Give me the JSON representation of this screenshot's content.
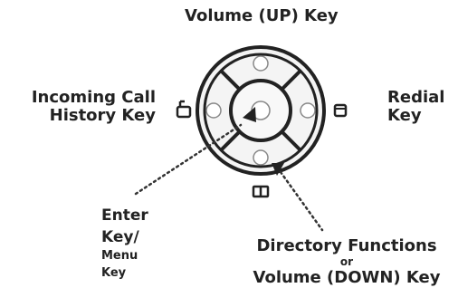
{
  "labels": {
    "volume_up": "Volume (UP) Key",
    "incoming_call_line1": "Incoming Call",
    "incoming_call_line2": "History Key",
    "redial_line1": "Redial",
    "redial_line2": "Key",
    "enter_line1": "Enter",
    "enter_line2": "Key/",
    "enter_line3": "Menu",
    "enter_line4": "Key",
    "directory_line1": "Directory Functions",
    "directory_or": "or",
    "directory_line2": "Volume (DOWN) Key"
  },
  "colors": {
    "ink": "#222222",
    "ring_fill": "#f4f4f4",
    "background": "#ffffff"
  },
  "icons": {
    "left": "incoming-call-icon",
    "right": "redial-icon",
    "bottom": "directory-book-icon"
  }
}
